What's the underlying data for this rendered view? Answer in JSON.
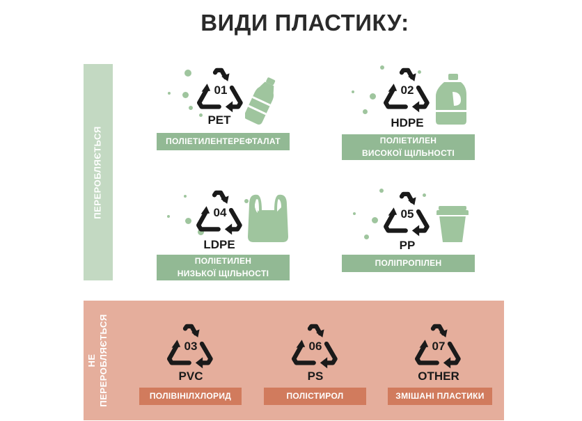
{
  "title": "ВИДИ ПЛАСТИКУ:",
  "recyclable_label": "ПЕРЕРОБЛЯЄТЬСЯ",
  "nonrecyclable_label": [
    "НЕ",
    "ПЕРЕРОБЛЯЄТЬСЯ"
  ],
  "colors": {
    "green_panel": "#c3d9c2",
    "green_label": "#92b994",
    "red_band": "#e5ae9c",
    "orange_label": "#d17b5d",
    "text": "#1a1a1a"
  },
  "plastics": [
    {
      "id": "pet",
      "number": "01",
      "code": "PET",
      "name": [
        "ПОЛІЕТИЛЕНТЕРЕФТАЛАТ"
      ],
      "item_icon": "bottle-icon"
    },
    {
      "id": "hdpe",
      "number": "02",
      "code": "HDPE",
      "name": [
        "ПОЛІЕТИЛЕН",
        "ВИСОКОЇ ЩІЛЬНОСТІ"
      ],
      "item_icon": "jug-icon"
    },
    {
      "id": "ldpe",
      "number": "04",
      "code": "LDPE",
      "name": [
        "ПОЛІЕТИЛЕН",
        "НИЗЬКОЇ ЩІЛЬНОСТІ"
      ],
      "item_icon": "plastic-bag-icon"
    },
    {
      "id": "pp",
      "number": "05",
      "code": "PP",
      "name": [
        "ПОЛІПРОПІЛЕН"
      ],
      "item_icon": "cup-icon"
    },
    {
      "id": "pvc",
      "number": "03",
      "code": "PVC",
      "name": [
        "ПОЛІВІНІЛХЛОРИД"
      ]
    },
    {
      "id": "ps",
      "number": "06",
      "code": "PS",
      "name": [
        "ПОЛІСТИРОЛ"
      ]
    },
    {
      "id": "other",
      "number": "07",
      "code": "OTHER",
      "name": [
        "ЗМІШАНІ ПЛАСТИКИ"
      ]
    }
  ]
}
